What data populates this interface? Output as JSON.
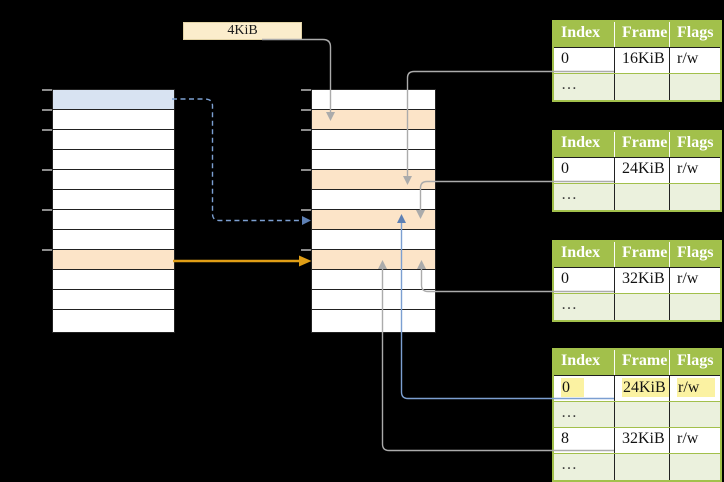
{
  "frame_size_label": "4KiB",
  "left_column": {
    "description": "memory column with one blue row and one peach row",
    "rows": [
      "blue",
      "",
      "",
      "",
      "",
      "",
      "",
      "",
      "peach",
      "",
      "",
      ""
    ]
  },
  "middle_column": {
    "description": "physical memory column with peach frame rows",
    "rows": [
      "",
      "peach",
      "",
      "",
      "peach",
      "",
      "peach",
      "",
      "peach",
      "",
      "",
      ""
    ]
  },
  "page_tables": [
    {
      "headers": [
        "Index",
        "Frame",
        "Flags"
      ],
      "rows": [
        {
          "cells": [
            "0",
            "16KiB",
            "r/w"
          ]
        },
        {
          "cells": [
            "…",
            "",
            ""
          ],
          "dots": true
        }
      ]
    },
    {
      "headers": [
        "Index",
        "Frame",
        "Flags"
      ],
      "rows": [
        {
          "cells": [
            "0",
            "24KiB",
            "r/w"
          ]
        },
        {
          "cells": [
            "…",
            "",
            ""
          ],
          "dots": true
        }
      ]
    },
    {
      "headers": [
        "Index",
        "Frame",
        "Flags"
      ],
      "rows": [
        {
          "cells": [
            "0",
            "32KiB",
            "r/w"
          ]
        },
        {
          "cells": [
            "…",
            "",
            ""
          ],
          "dots": true
        }
      ]
    },
    {
      "headers": [
        "Index",
        "Frame",
        "Flags"
      ],
      "rows": [
        {
          "cells": [
            "0",
            "24KiB",
            "r/w"
          ],
          "highlight": true
        },
        {
          "cells": [
            "…",
            "",
            ""
          ],
          "dots": true
        },
        {
          "cells": [
            "8",
            "32KiB",
            "r/w"
          ]
        },
        {
          "cells": [
            "…",
            "",
            ""
          ],
          "dots": true
        }
      ]
    }
  ],
  "colors": {
    "background": "#000000",
    "header_green": "#A2C04B",
    "dots_row_green": "#EBF1DD",
    "peach": "#FCE4C8",
    "light_blue": "#D8E3F2",
    "highlight_yellow": "#FBF2A2",
    "cream": "#FBEDCC",
    "gray_line": "#ABABAB",
    "blue_line": "#7C9FD1",
    "blue_arrow": "#5E80B4",
    "orange": "#E09E16",
    "tick_gray": "#8C8C8C",
    "cell_border": "#222222"
  }
}
